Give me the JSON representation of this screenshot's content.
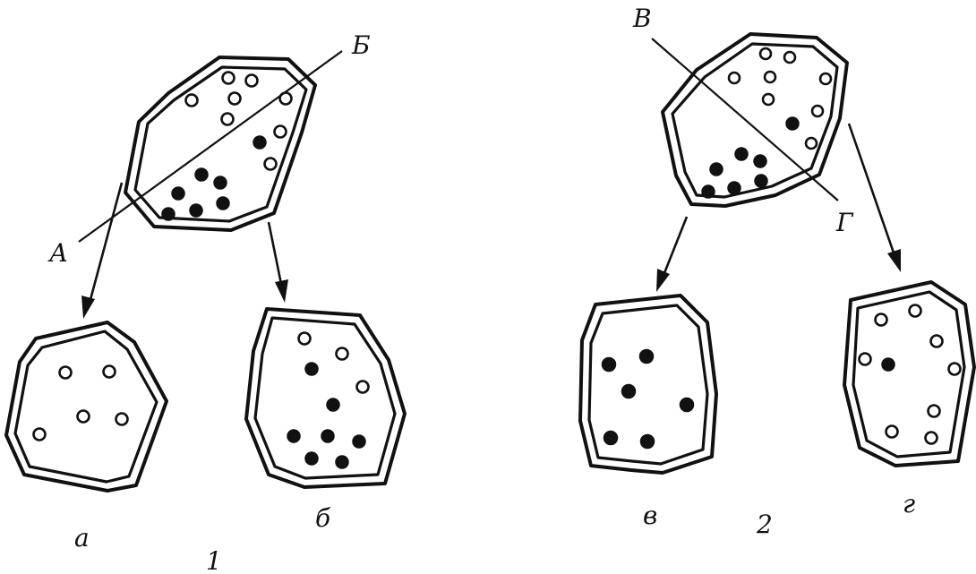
{
  "labels": {
    "line1_start": "А",
    "line1_end": "Б",
    "line2_start": "В",
    "line2_end": "Г",
    "daughter_a": "а",
    "daughter_b": "б",
    "daughter_v": "в",
    "daughter_g": "г",
    "figure1": "1",
    "figure2": "2"
  },
  "colors": {
    "stroke": "#111111",
    "background": "#ffffff"
  }
}
